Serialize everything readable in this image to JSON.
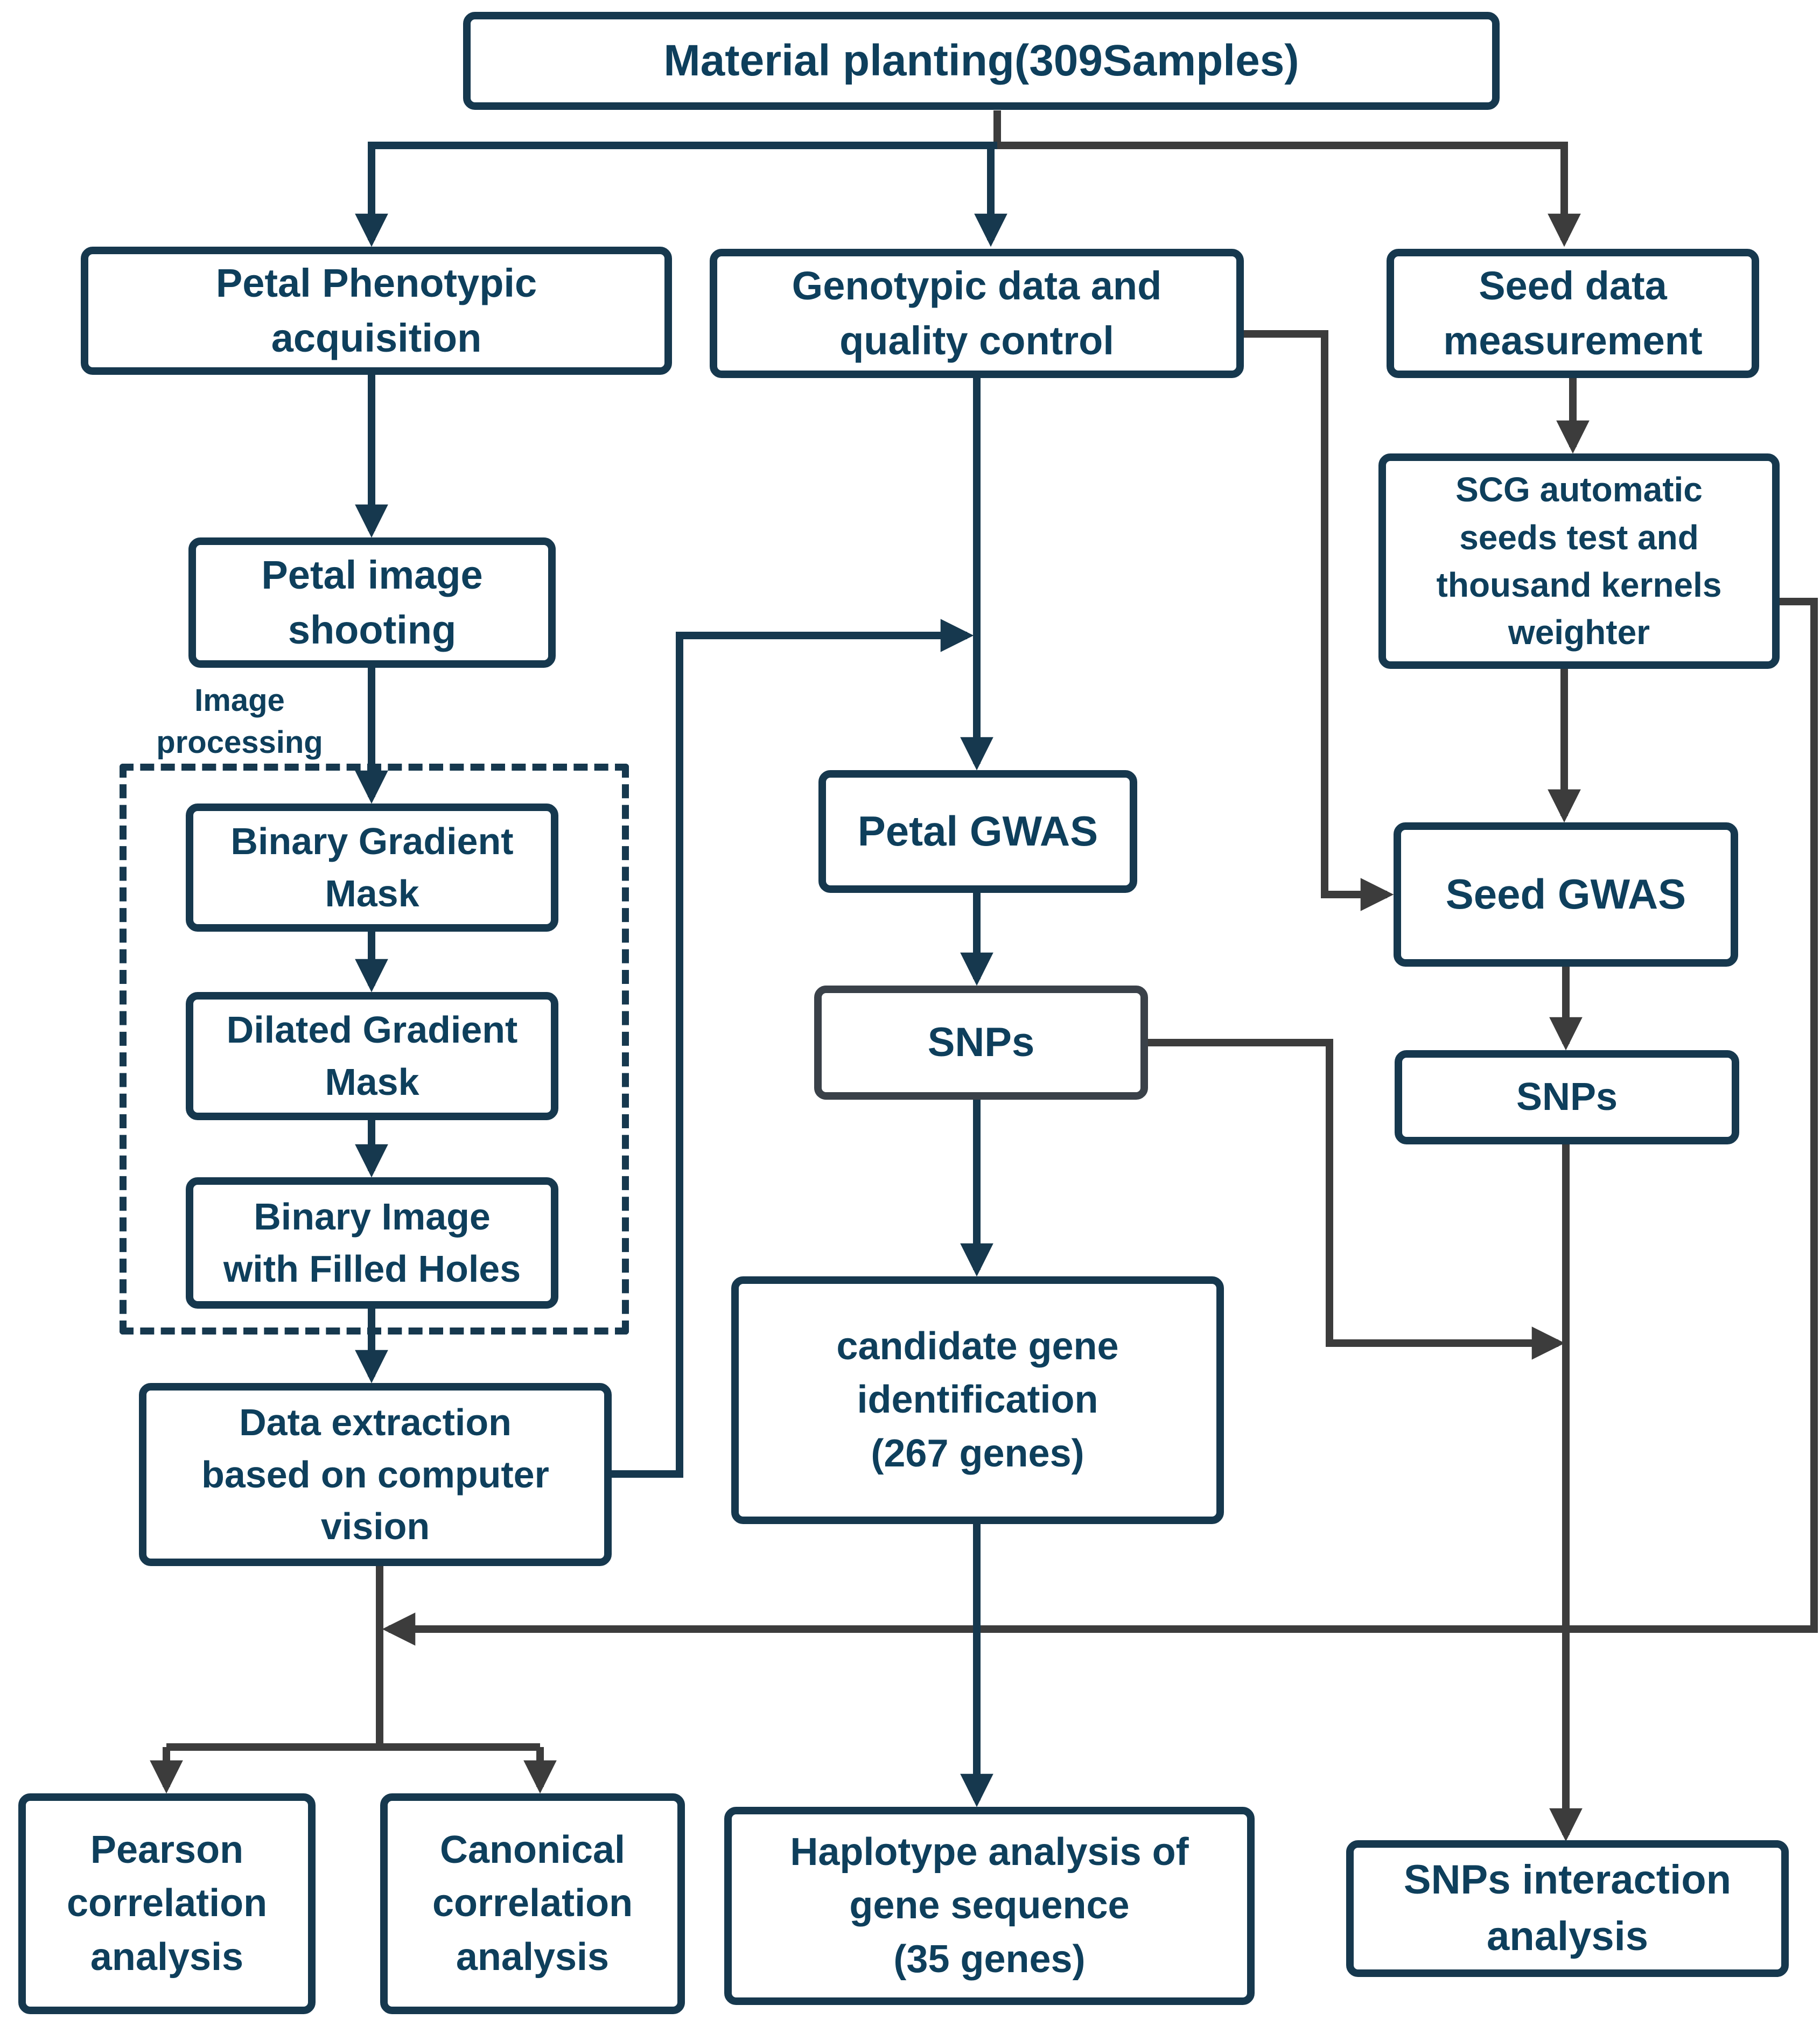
{
  "figure_type": "flowchart",
  "colors": {
    "background": "#ffffff",
    "primary_line": "#16384e",
    "secondary_line": "#3c3c3c",
    "text": "#0e3f5c"
  },
  "nodes": {
    "material_planting": {
      "label": "Material planting(309Samples)"
    },
    "petal_phenotypic": {
      "label": "Petal Phenotypic\nacquisition"
    },
    "genotypic_qc": {
      "label": "Genotypic data and\nquality control"
    },
    "seed_data_measurement": {
      "label": "Seed data\nmeasurement"
    },
    "petal_image_shooting": {
      "label": "Petal image\nshooting"
    },
    "binary_gradient_mask": {
      "label": "Binary Gradient\nMask"
    },
    "dilated_gradient_mask": {
      "label": "Dilated Gradient\nMask"
    },
    "binary_image_filled_holes": {
      "label": "Binary Image\nwith Filled Holes"
    },
    "data_extraction": {
      "label": "Data extraction\nbased on computer\nvision"
    },
    "petal_gwas": {
      "label": "Petal GWAS"
    },
    "petal_snps": {
      "label": "SNPs"
    },
    "candidate_gene_identification": {
      "label": "candidate gene\nidentification\n(267 genes)"
    },
    "haplotype_analysis": {
      "label": "Haplotype analysis of\ngene sequence\n(35 genes)"
    },
    "scg_automatic": {
      "label": "SCG automatic\nseeds test and\nthousand kernels\nweighter"
    },
    "seed_gwas": {
      "label": "Seed GWAS"
    },
    "seed_snps": {
      "label": "SNPs"
    },
    "snps_interaction_analysis": {
      "label": "SNPs  interaction\nanalysis"
    },
    "pearson_correlation": {
      "label": "Pearson\ncorrelation\nanalysis"
    },
    "canonical_correlation": {
      "label": "Canonical\ncorrelation\nanalysis"
    }
  },
  "annotations": {
    "image_processing": "Image\nprocessing"
  },
  "edges": [
    {
      "from": "material_planting",
      "to": "petal_phenotypic"
    },
    {
      "from": "material_planting",
      "to": "genotypic_qc"
    },
    {
      "from": "material_planting",
      "to": "seed_data_measurement"
    },
    {
      "from": "petal_phenotypic",
      "to": "petal_image_shooting"
    },
    {
      "from": "petal_image_shooting",
      "to": "binary_gradient_mask",
      "label": "Image processing"
    },
    {
      "from": "binary_gradient_mask",
      "to": "dilated_gradient_mask"
    },
    {
      "from": "dilated_gradient_mask",
      "to": "binary_image_filled_holes"
    },
    {
      "from": "binary_image_filled_holes",
      "to": "data_extraction"
    },
    {
      "from": "data_extraction",
      "to": "petal_gwas"
    },
    {
      "from": "genotypic_qc",
      "to": "petal_gwas"
    },
    {
      "from": "genotypic_qc",
      "to": "seed_gwas"
    },
    {
      "from": "petal_gwas",
      "to": "petal_snps"
    },
    {
      "from": "petal_snps",
      "to": "candidate_gene_identification"
    },
    {
      "from": "petal_snps",
      "to": "snps_interaction_analysis"
    },
    {
      "from": "candidate_gene_identification",
      "to": "haplotype_analysis"
    },
    {
      "from": "seed_data_measurement",
      "to": "scg_automatic"
    },
    {
      "from": "scg_automatic",
      "to": "seed_gwas"
    },
    {
      "from": "scg_automatic",
      "to": "correlation_split_junction"
    },
    {
      "from": "seed_gwas",
      "to": "seed_snps"
    },
    {
      "from": "seed_snps",
      "to": "snps_interaction_analysis"
    },
    {
      "from": "data_extraction",
      "to": "pearson_correlation"
    },
    {
      "from": "data_extraction",
      "to": "canonical_correlation"
    }
  ]
}
